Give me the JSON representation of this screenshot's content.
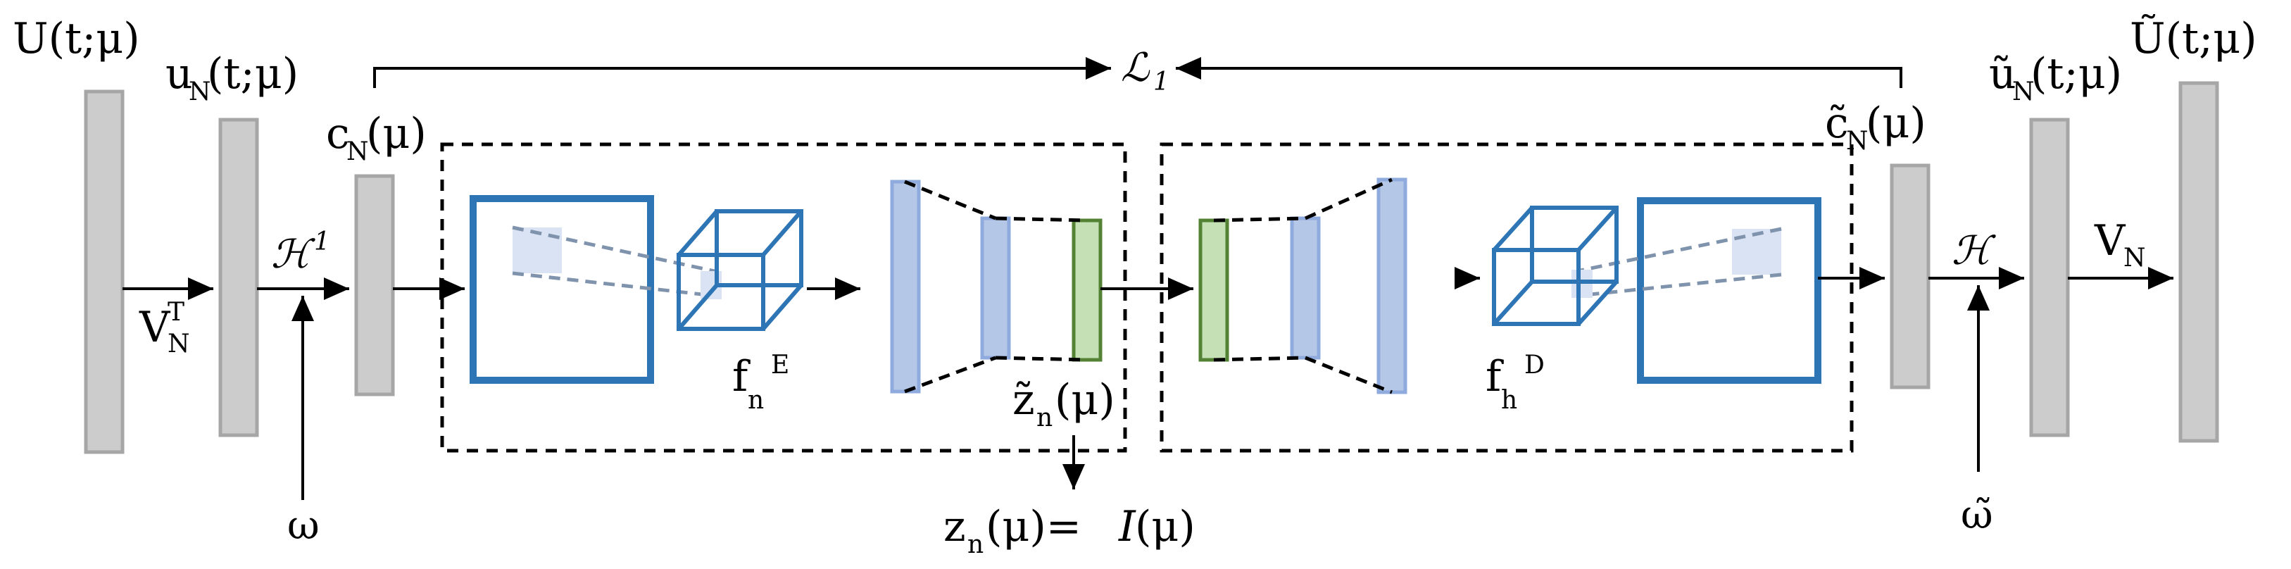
{
  "labels": {
    "U": "U(t;μ)",
    "u_N_base": "u",
    "u_N_sub": "N",
    "u_N_arg": "(t;μ)",
    "c_N_base": "c",
    "c_N_sub": "N",
    "c_N_arg": "(μ)",
    "V_T_base": "V",
    "V_T_sub": "N",
    "V_T_sup": "T",
    "H_inv": "ℋ",
    "H_inv_sup": "1",
    "omega": "ω",
    "loss": "ℒ",
    "loss_sub": "1",
    "fE_base": "f",
    "fE_sub": "n",
    "fE_sup": "E",
    "z_tilde_base": "z̃",
    "z_tilde_sub": "n",
    "z_tilde_arg": "(μ)",
    "z_eq_base": "z",
    "z_eq_sub": "n",
    "z_eq_rest": "(μ)=",
    "z_eq_I": "I",
    "z_eq_arg": "(μ)",
    "fD_base": "f",
    "fD_sub": "h",
    "fD_sup": "D",
    "c_tilde_base": "c̃",
    "c_tilde_sub": "N",
    "c_tilde_arg": "(μ)",
    "H": "ℋ",
    "omega_tilde": "ω̃",
    "u_tilde_base": "ũ",
    "u_tilde_sub": "N",
    "u_tilde_arg": "(t;μ)",
    "V_N_base": "V",
    "V_N_sub": "N",
    "U_tilde": "Ũ(t;μ)"
  },
  "colors": {
    "gray_fill": "#cccccc",
    "gray_stroke": "#a6a6a6",
    "blue": "#2e75b6",
    "light_blue_fill": "#b4c7e7",
    "light_blue_stroke": "#8faadc",
    "green_fill": "#c5e0b4",
    "green_stroke": "#548235",
    "filter_dash": "#7f93ad",
    "highlight": "#dae3f3"
  }
}
